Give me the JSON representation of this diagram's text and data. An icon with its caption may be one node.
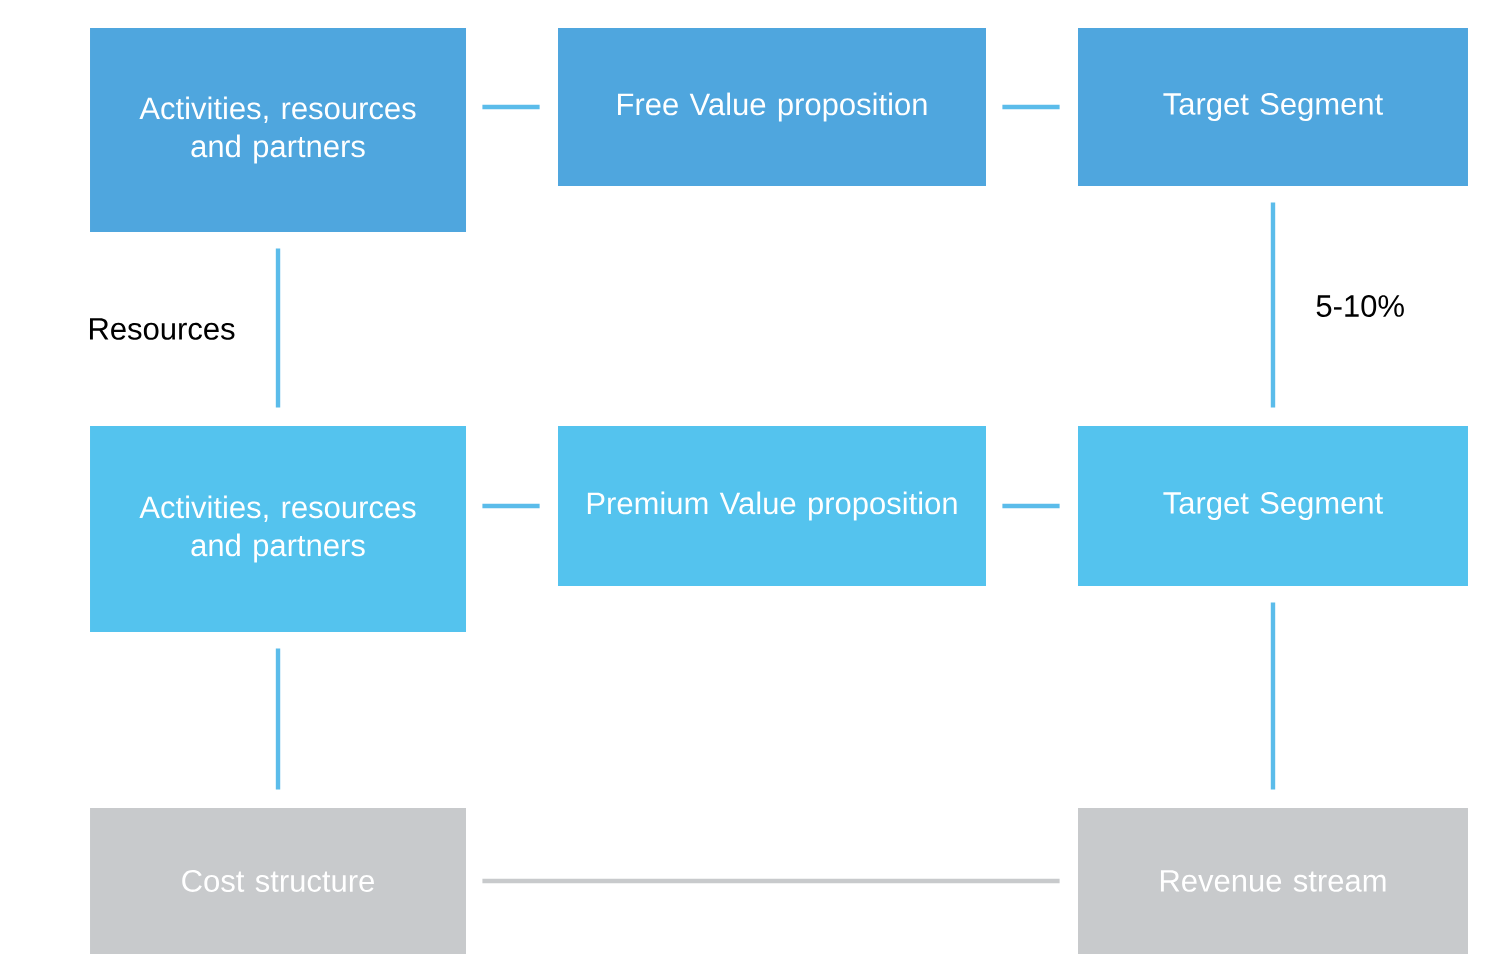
{
  "diagram": {
    "nodes": [
      {
        "text": [
          "Activities, resources and partners"
        ]
      },
      {
        "text": [
          "Free Value proposition"
        ]
      },
      {
        "text": [
          "Target Segment"
        ]
      },
      {
        "text": [
          "Activities, resources and partners"
        ]
      },
      {
        "text": [
          "Premium Value proposition"
        ]
      },
      {
        "text": [
          "Target Segment"
        ]
      },
      {
        "text": [
          "Cost structure"
        ]
      },
      {
        "text": [
          "Revenue stream"
        ]
      }
    ],
    "edges": [
      {
        "from": 0,
        "to": 1,
        "arrow": "none"
      },
      {
        "from": 1,
        "to": 2,
        "arrow": "none"
      },
      {
        "from": 0,
        "to": 3,
        "arrow": "none",
        "label": "Resources"
      },
      {
        "from": 2,
        "to": 5,
        "arrow": "none",
        "label": "5-10%"
      },
      {
        "from": 3,
        "to": 4,
        "arrow": "none"
      },
      {
        "from": 4,
        "to": 5,
        "arrow": "none"
      },
      {
        "from": 3,
        "to": 6,
        "arrow": "none"
      },
      {
        "from": 5,
        "to": 7,
        "arrow": "none"
      },
      {
        "from": 6,
        "to": 7,
        "arrow": "none",
        "color": "#c8cacc"
      }
    ]
  }
}
